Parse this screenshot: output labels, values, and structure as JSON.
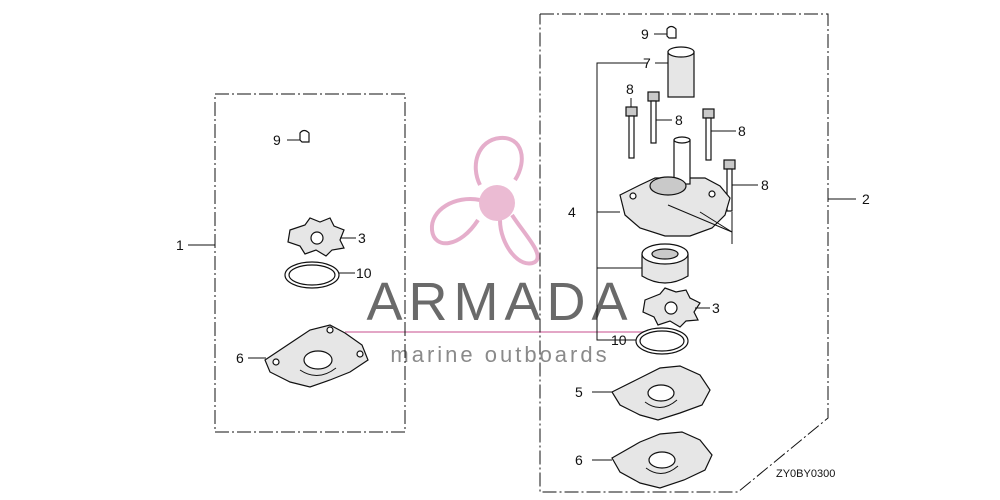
{
  "diagram_code": "ZY0BY0300",
  "callouts": {
    "kit_1": "1",
    "kit_2": "2",
    "impeller_left": "3",
    "impeller_right": "3",
    "housing": "4",
    "plate_5": "5",
    "plate_left": "6",
    "plate_right": "6",
    "grommet": "7",
    "bolt_a": "8",
    "bolt_b": "8",
    "bolt_c": "8",
    "bolt_d": "8",
    "clip_left": "9",
    "clip_right": "9",
    "oring_left": "10",
    "oring_right": "10"
  },
  "watermark": {
    "brand": "ARMADA",
    "tagline": "marine outboards",
    "logo_color": "#e3a6c6",
    "logo_core_color": "#e9b4cf"
  }
}
